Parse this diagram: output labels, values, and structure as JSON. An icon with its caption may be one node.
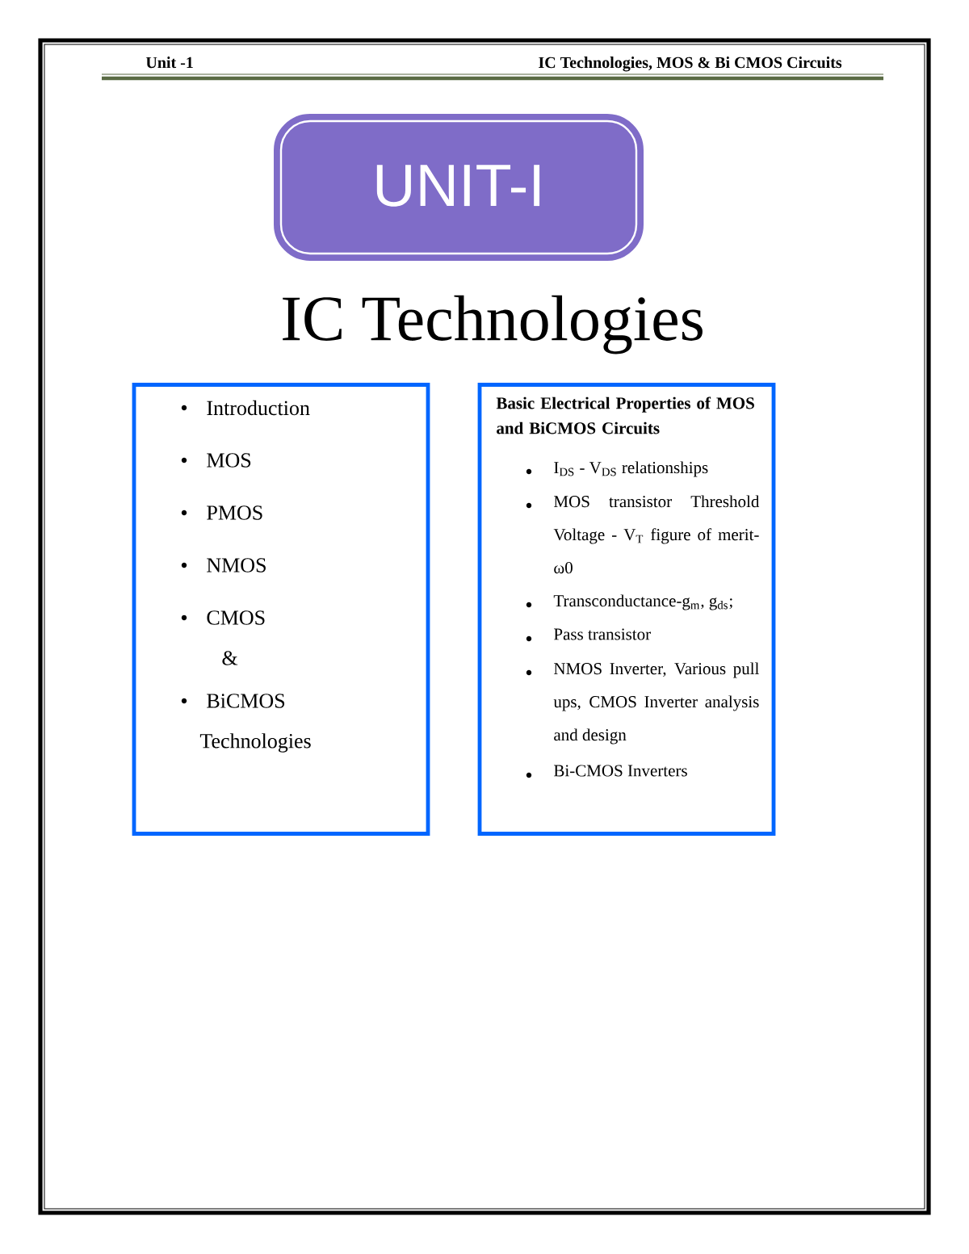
{
  "diagram": {
    "title": "IC Technologies",
    "nodes": [
      {
        "text": [
          "UNIT-I"
        ]
      },
      {
        "text": [
          "Introduction",
          "MOS",
          "PMOS",
          "NMOS",
          "CMOS",
          "&",
          "BiCMOS",
          "Technologies"
        ]
      },
      {
        "text": [
          "Basic Electrical Properties of MOS and BiCMOS Circuits",
          "I$_{DS}$ - V$_{DS}$ relationships",
          "MOS transistor Threshold Voltage - V$_{T}$ figure of merit-ω0",
          "Transconductance-g$_{m}$, g$_{ds}$;",
          "Pass transistor",
          "NMOS Inverter, Various pull ups, CMOS Inverter analysis and design",
          "Bi-CMOS Inverters"
        ]
      }
    ],
    "labels": [
      "Unit -1",
      "IC Technologies, MOS & Bi CMOS Circuits"
    ]
  }
}
